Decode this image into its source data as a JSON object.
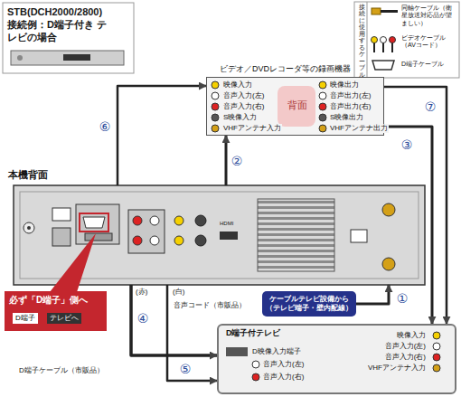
{
  "diagram": {
    "title": "STB(DCH2000/2800) 接続例：D端子付き テレビの場合",
    "nodes": [
      {
        "text": [
          "ビデオ／DVDレコーダ等の録画機器"
        ]
      },
      {
        "text": [
          "本機背面"
        ]
      },
      {
        "text": [
          "ケーブルテレビ設備から（テレビ端子・壁内配線）"
        ]
      },
      {
        "text": [
          "必ず「D端子」側へ"
        ]
      },
      {
        "text": [
          "D端子付テレビ"
        ]
      }
    ],
    "edges": [
      {
        "from": 2,
        "to": 1,
        "arrow": "to",
        "label": "①"
      },
      {
        "from": 1,
        "to": 0,
        "arrow": "to",
        "label": "②"
      },
      {
        "from": 0,
        "to": 4,
        "arrow": "to",
        "label": "③"
      },
      {
        "from": 1,
        "to": 4,
        "arrow": "to",
        "label": "④"
      },
      {
        "from": 1,
        "to": 4,
        "arrow": "to",
        "label": "⑤"
      },
      {
        "from": 1,
        "to": 0,
        "arrow": "to",
        "label": "⑥"
      },
      {
        "from": 0,
        "to": 4,
        "arrow": "to",
        "label": "⑦"
      }
    ],
    "labels": [
      "接続に使用するケーブル",
      "背面",
      "映像入力",
      "音声入力(左)",
      "音声入力(右)",
      "S映像入力",
      "VHFアンテナ入力",
      "映像出力",
      "音声出力(左)",
      "音声出力(右)",
      "S映像出力",
      "VHFアンテナ出力",
      "D端子",
      "テレビへ",
      "(赤)",
      "(白)",
      "音声コード（市販品）",
      "D端子ケーブル（市販品）",
      "D映像入力端子",
      "音声入力(左)",
      "音声入力(右)",
      "映像入力",
      "音声入力(左)",
      "音声入力(右)",
      "VHFアンテナ入力",
      "HDMI"
    ],
    "legend": [
      {
        "text": "同軸ケーブル（衛星放送対応品が望ましい）"
      },
      {
        "text": "ビデオケーブル（AVコード）"
      },
      {
        "text": "D端子ケーブル"
      }
    ]
  }
}
